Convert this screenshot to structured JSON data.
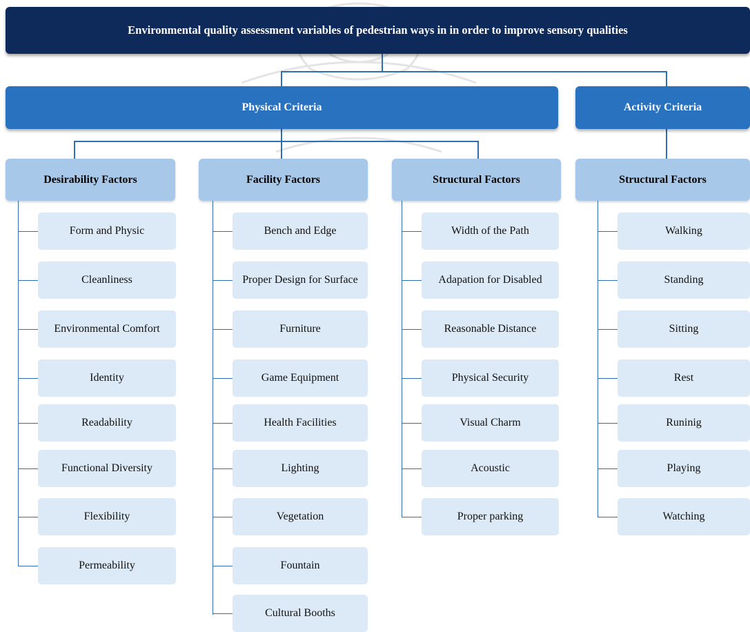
{
  "title": "Environmental quality assessment variables of pedestrian ways in in order to improve sensory qualities",
  "criteria": [
    {
      "label": "Physical Criteria"
    },
    {
      "label": "Activity Criteria"
    }
  ],
  "groups": [
    {
      "header": "Desirability Factors",
      "items": [
        "Form and Physic",
        "Cleanliness",
        "Environmental Comfort",
        "Identity",
        "Readability",
        "Functional Diversity",
        "Flexibility",
        "Permeability"
      ]
    },
    {
      "header": "Facility Factors",
      "items": [
        "Bench and Edge",
        "Proper Design for Surface",
        "Furniture",
        "Game Equipment",
        "Health  Facilities",
        "Lighting",
        "Vegetation",
        "Fountain",
        "Cultural Booths"
      ]
    },
    {
      "header": "Structural Factors",
      "items": [
        "Width of the Path",
        "Adapation for Disabled",
        "Reasonable Distance",
        "Physical Security",
        "Visual  Charm",
        "Acoustic",
        "Proper parking"
      ]
    },
    {
      "header": "Structural Factors",
      "items": [
        "Walking",
        "Standing",
        "Sitting",
        "Rest",
        "Runinig",
        "Playing",
        "Watching"
      ]
    }
  ],
  "colors": {
    "title_bg": "#0e2a5a",
    "criteria_bg": "#2872bf",
    "header_bg": "#a8c8ea",
    "item_bg": "#dce9f6",
    "connector": "#2e6fb3"
  }
}
